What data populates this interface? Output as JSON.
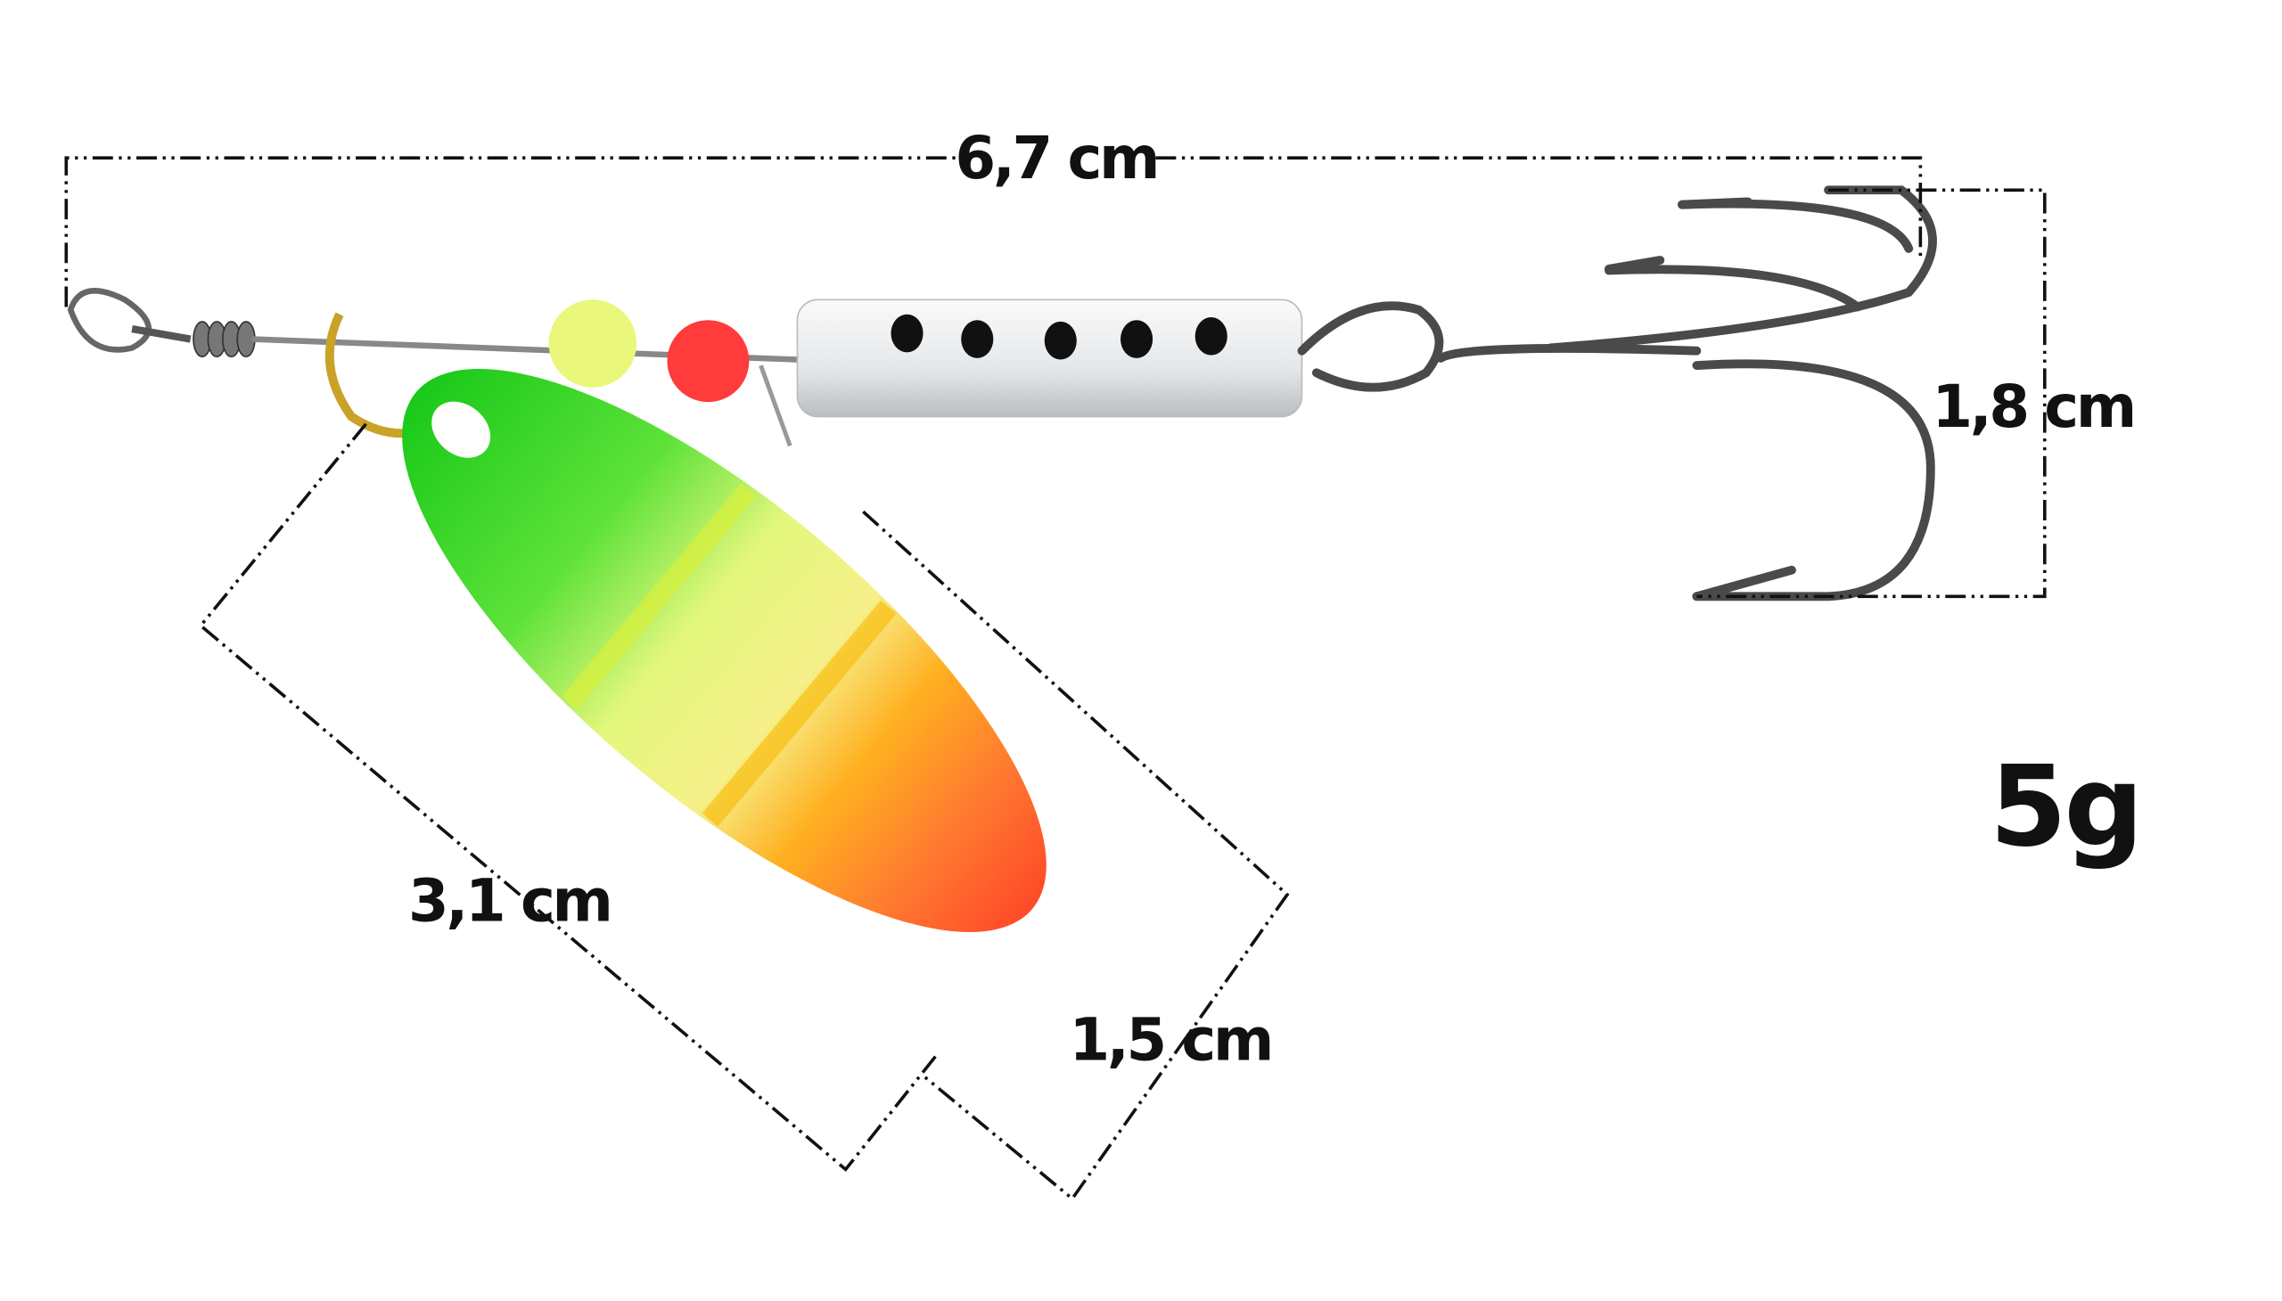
{
  "dimensions": {
    "total_length": "6,7 cm",
    "hook_height": "1,8 cm",
    "blade_length": "3,1 cm",
    "blade_width": "1,5 cm"
  },
  "weight": "5g",
  "colors": {
    "blade_green": "#22d21a",
    "blade_yellow": "#e8f57a",
    "blade_orange": "#ff9a1a",
    "blade_red": "#ff4a2a",
    "body_white": "#e9ecee",
    "bead_yellow": "#e9f77a",
    "bead_red": "#ff3b3b"
  }
}
